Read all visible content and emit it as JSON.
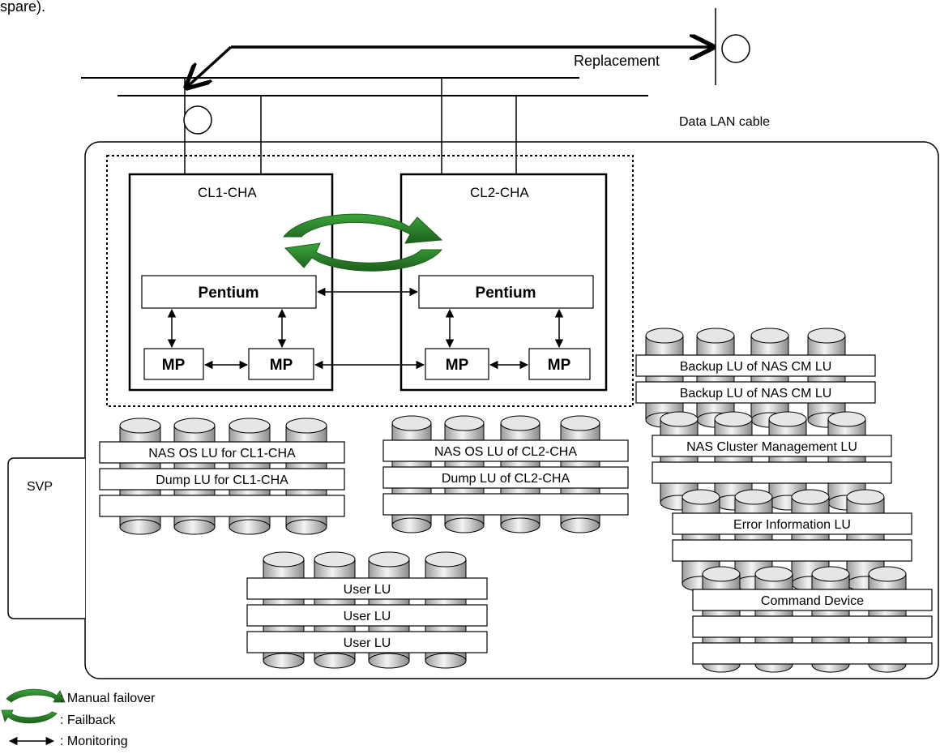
{
  "header_text": "spare).",
  "labels": {
    "replacement": "Replacement",
    "data_lan_cable": "Data LAN cable",
    "svp": "SVP"
  },
  "cluster": {
    "cl1": {
      "title": "CL1-CHA",
      "cpu": "Pentium",
      "mp_left": "MP",
      "mp_right": "MP"
    },
    "cl2": {
      "title": "CL2-CHA",
      "cpu": "Pentium",
      "mp_left": "MP",
      "mp_right": "MP"
    }
  },
  "lu_groups": {
    "cl1": [
      "NAS OS LU for CL1-CHA",
      "Dump LU for CL1-CHA",
      ""
    ],
    "cl2": [
      "NAS OS LU of CL2-CHA",
      "Dump LU of CL2-CHA",
      ""
    ],
    "user": [
      "User LU",
      "User LU",
      "User LU"
    ],
    "backup": [
      "Backup LU of NAS CM LU",
      "Backup LU of NAS CM LU"
    ],
    "cluster_mgmt": [
      "NAS Cluster Management LU",
      ""
    ],
    "error_info": [
      "Error Information LU",
      ""
    ],
    "command": [
      "Command Device",
      "",
      ""
    ]
  },
  "legend": {
    "manual_failover": ": Manual failover",
    "failback": ": Failback",
    "monitoring": ": Monitoring"
  },
  "colors": {
    "failover_arrow": "#2e8b2e",
    "failover_dark": "#1f5f1f",
    "line": "#000000"
  }
}
